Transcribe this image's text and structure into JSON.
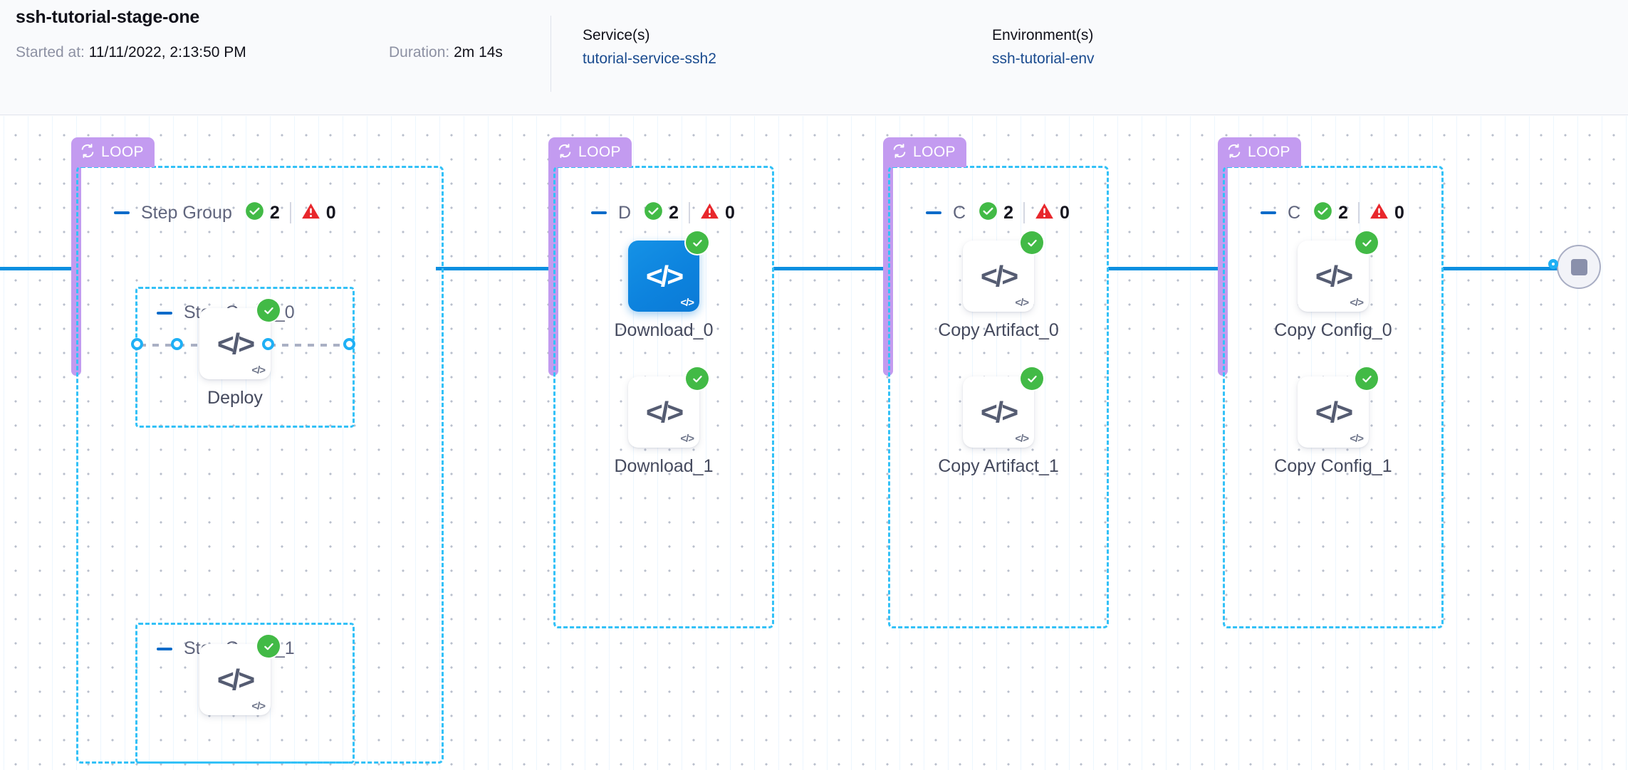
{
  "header": {
    "pipeline_title": "ssh-tutorial-stage-one",
    "started_label": "Started at:",
    "started_value": "11/11/2022, 2:13:50 PM",
    "duration_label": "Duration:",
    "duration_value": "2m 14s",
    "service_label": "Service(s)",
    "service_value": "tutorial-service-ssh2",
    "environment_label": "Environment(s)",
    "environment_value": "ssh-tutorial-env"
  },
  "colors": {
    "loop_badge": "#c39bf0",
    "group_border": "#33c1f7",
    "connector": "#0a8fe0",
    "success": "#42ba46",
    "error": "#e8272c",
    "selected_node": "#0d83de",
    "link": "#1a4b8f"
  },
  "icons": {
    "loop": "loop-icon",
    "collapse": "collapse-dash-icon",
    "success": "check-circle-icon",
    "error": "warning-triangle-icon",
    "shell_script": "code-brackets-icon",
    "stop": "stop-square-icon"
  },
  "groups": [
    {
      "loop_label": "LOOP",
      "name": "Step Group",
      "success_count": "2",
      "error_count": "0",
      "inner_groups": [
        {
          "name": "Step Group_0",
          "node": {
            "label": "Deploy",
            "status": "success",
            "selected": false
          }
        },
        {
          "name": "Step Group_1",
          "node": {
            "label": "",
            "status": "success",
            "selected": false
          }
        }
      ],
      "nodes": []
    },
    {
      "loop_label": "LOOP",
      "name": "D",
      "success_count": "2",
      "error_count": "0",
      "inner_groups": [],
      "nodes": [
        {
          "label": "Download_0",
          "status": "success",
          "selected": true
        },
        {
          "label": "Download_1",
          "status": "success",
          "selected": false
        }
      ]
    },
    {
      "loop_label": "LOOP",
      "name": "C",
      "success_count": "2",
      "error_count": "0",
      "inner_groups": [],
      "nodes": [
        {
          "label": "Copy Artifact_0",
          "status": "success",
          "selected": false
        },
        {
          "label": "Copy Artifact_1",
          "status": "success",
          "selected": false
        }
      ]
    },
    {
      "loop_label": "LOOP",
      "name": "C",
      "success_count": "2",
      "error_count": "0",
      "inner_groups": [],
      "nodes": [
        {
          "label": "Copy Config_0",
          "status": "success",
          "selected": false
        },
        {
          "label": "Copy Config_1",
          "status": "success",
          "selected": false
        }
      ]
    }
  ],
  "node_glyph": "</>",
  "node_corner_glyph": "</>"
}
